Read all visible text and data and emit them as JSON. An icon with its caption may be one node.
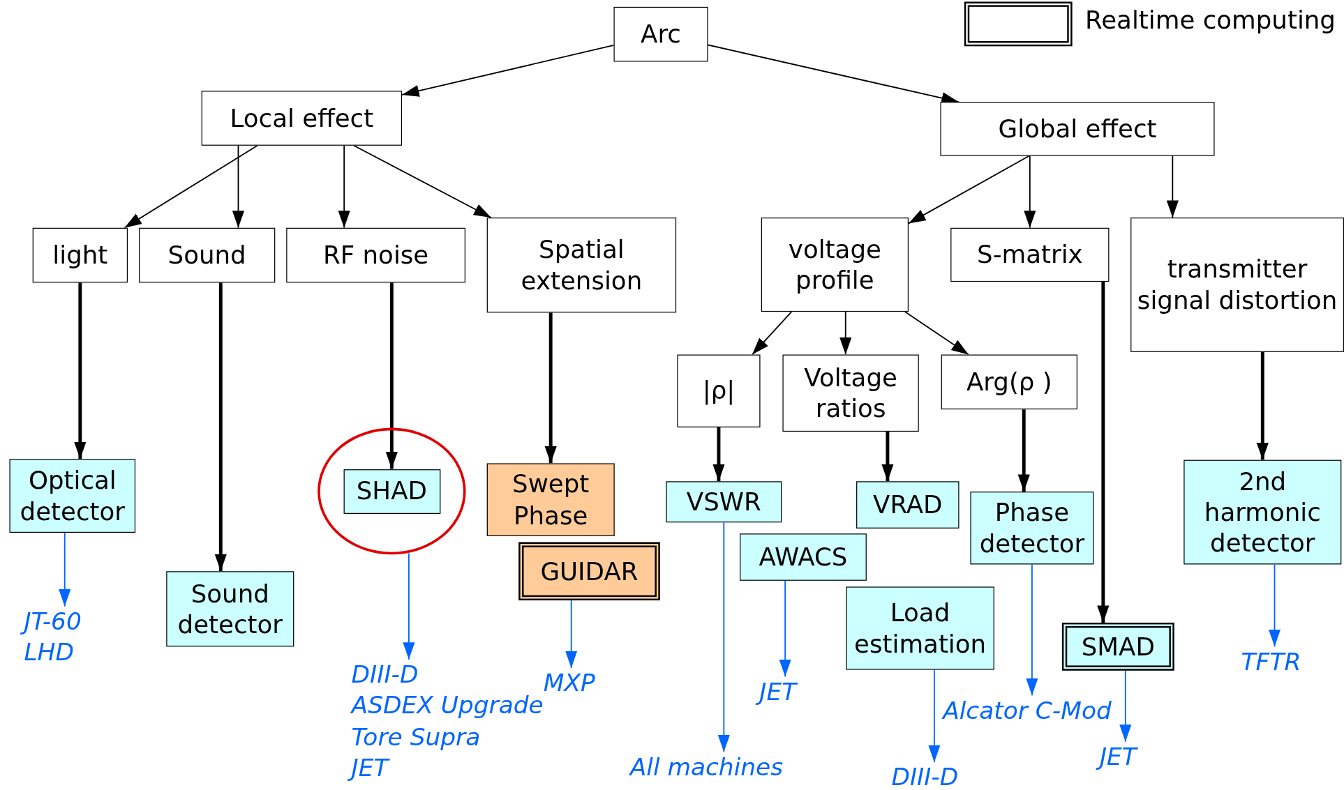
{
  "diagram": {
    "nodes": [
      {
        "text": [
          "Arc"
        ]
      },
      {
        "text": [
          "Local effect"
        ]
      },
      {
        "text": [
          "Global effect"
        ]
      },
      {
        "text": [
          "light"
        ]
      },
      {
        "text": [
          "Sound"
        ]
      },
      {
        "text": [
          "RF noise"
        ]
      },
      {
        "text": [
          "Spatial extension"
        ]
      },
      {
        "text": [
          "voltage profile"
        ]
      },
      {
        "text": [
          "S-matrix"
        ]
      },
      {
        "text": [
          "transmitter signal distortion"
        ]
      },
      {
        "text": [
          "|ρ|"
        ]
      },
      {
        "text": [
          "Voltage ratios"
        ]
      },
      {
        "text": [
          "Arg(ρ )"
        ]
      },
      {
        "text": [
          "Optical detector"
        ]
      },
      {
        "text": [
          "Sound detector"
        ]
      },
      {
        "text": [],
        "shape": "circle"
      },
      {
        "text": [
          "SHAD"
        ],
        "in": 15
      },
      {
        "text": [
          "Swept Phase"
        ]
      },
      {
        "text": [
          "GUIDAR"
        ]
      },
      {
        "text": [
          "VSWR"
        ]
      },
      {
        "text": [
          "AWACS"
        ]
      },
      {
        "text": [
          "VRAD"
        ]
      },
      {
        "text": [
          "Load estimation"
        ]
      },
      {
        "text": [
          "Phase detector"
        ]
      },
      {
        "text": [
          "SMAD"
        ]
      },
      {
        "text": [
          "2nd harmonic detector"
        ]
      },
      {
        "text": [
          "JT-60",
          "LHD"
        ]
      },
      {
        "text": [
          "DIII-D",
          "ASDEX Upgrade",
          "Tore Supra",
          "JET"
        ]
      },
      {
        "text": [
          "MXP"
        ]
      },
      {
        "text": [
          "All machines"
        ]
      },
      {
        "text": [
          "JET"
        ]
      },
      {
        "text": [
          "DIII-D"
        ]
      },
      {
        "text": [
          "Alcator C-Mod"
        ]
      },
      {
        "text": [
          "JET"
        ]
      },
      {
        "text": [
          "TFTR"
        ]
      }
    ],
    "edges": [
      {
        "from": 0,
        "to": 1,
        "arrow": "to"
      },
      {
        "from": 0,
        "to": 2,
        "arrow": "to"
      },
      {
        "from": 1,
        "to": 3,
        "arrow": "to"
      },
      {
        "from": 1,
        "to": 4,
        "arrow": "to"
      },
      {
        "from": 1,
        "to": 5,
        "arrow": "to"
      },
      {
        "from": 1,
        "to": 6,
        "arrow": "to"
      },
      {
        "from": 2,
        "to": 7,
        "arrow": "to"
      },
      {
        "from": 2,
        "to": 8,
        "arrow": "to"
      },
      {
        "from": 2,
        "to": 9,
        "arrow": "to"
      },
      {
        "from": 7,
        "to": 10,
        "arrow": "to"
      },
      {
        "from": 7,
        "to": 11,
        "arrow": "to"
      },
      {
        "from": 7,
        "to": 12,
        "arrow": "to"
      },
      {
        "from": 3,
        "to": 13,
        "arrow": "to",
        "style": "thick"
      },
      {
        "from": 4,
        "to": 14,
        "arrow": "to",
        "style": "thick"
      },
      {
        "from": 5,
        "to": 16,
        "arrow": "to",
        "style": "thick"
      },
      {
        "from": 6,
        "to": 17,
        "arrow": "to",
        "style": "thick"
      },
      {
        "from": 10,
        "to": 19,
        "arrow": "to",
        "style": "thick"
      },
      {
        "from": 11,
        "to": 21,
        "arrow": "to",
        "style": "thick"
      },
      {
        "from": 12,
        "to": 23,
        "arrow": "to",
        "style": "thick"
      },
      {
        "from": 8,
        "to": 24,
        "arrow": "to",
        "style": "thick"
      },
      {
        "from": 9,
        "to": 25,
        "arrow": "to",
        "style": "thick"
      },
      {
        "from": 13,
        "to": 26,
        "arrow": "to",
        "color": "#0066ff"
      },
      {
        "from": 15,
        "to": 27,
        "arrow": "to",
        "color": "#0066ff"
      },
      {
        "from": 18,
        "to": 28,
        "arrow": "to",
        "color": "#0066ff"
      },
      {
        "from": 19,
        "to": 29,
        "arrow": "to",
        "color": "#0066ff"
      },
      {
        "from": 20,
        "to": 30,
        "arrow": "to",
        "color": "#0066ff"
      },
      {
        "from": 22,
        "to": 31,
        "arrow": "to",
        "color": "#0066ff"
      },
      {
        "from": 23,
        "to": 32,
        "arrow": "to",
        "color": "#0066ff"
      },
      {
        "from": 24,
        "to": 33,
        "arrow": "to",
        "color": "#0066ff"
      },
      {
        "from": 25,
        "to": 34,
        "arrow": "to",
        "color": "#0066ff"
      }
    ],
    "legend": [
      {
        "text": "Realtime computing"
      }
    ]
  }
}
